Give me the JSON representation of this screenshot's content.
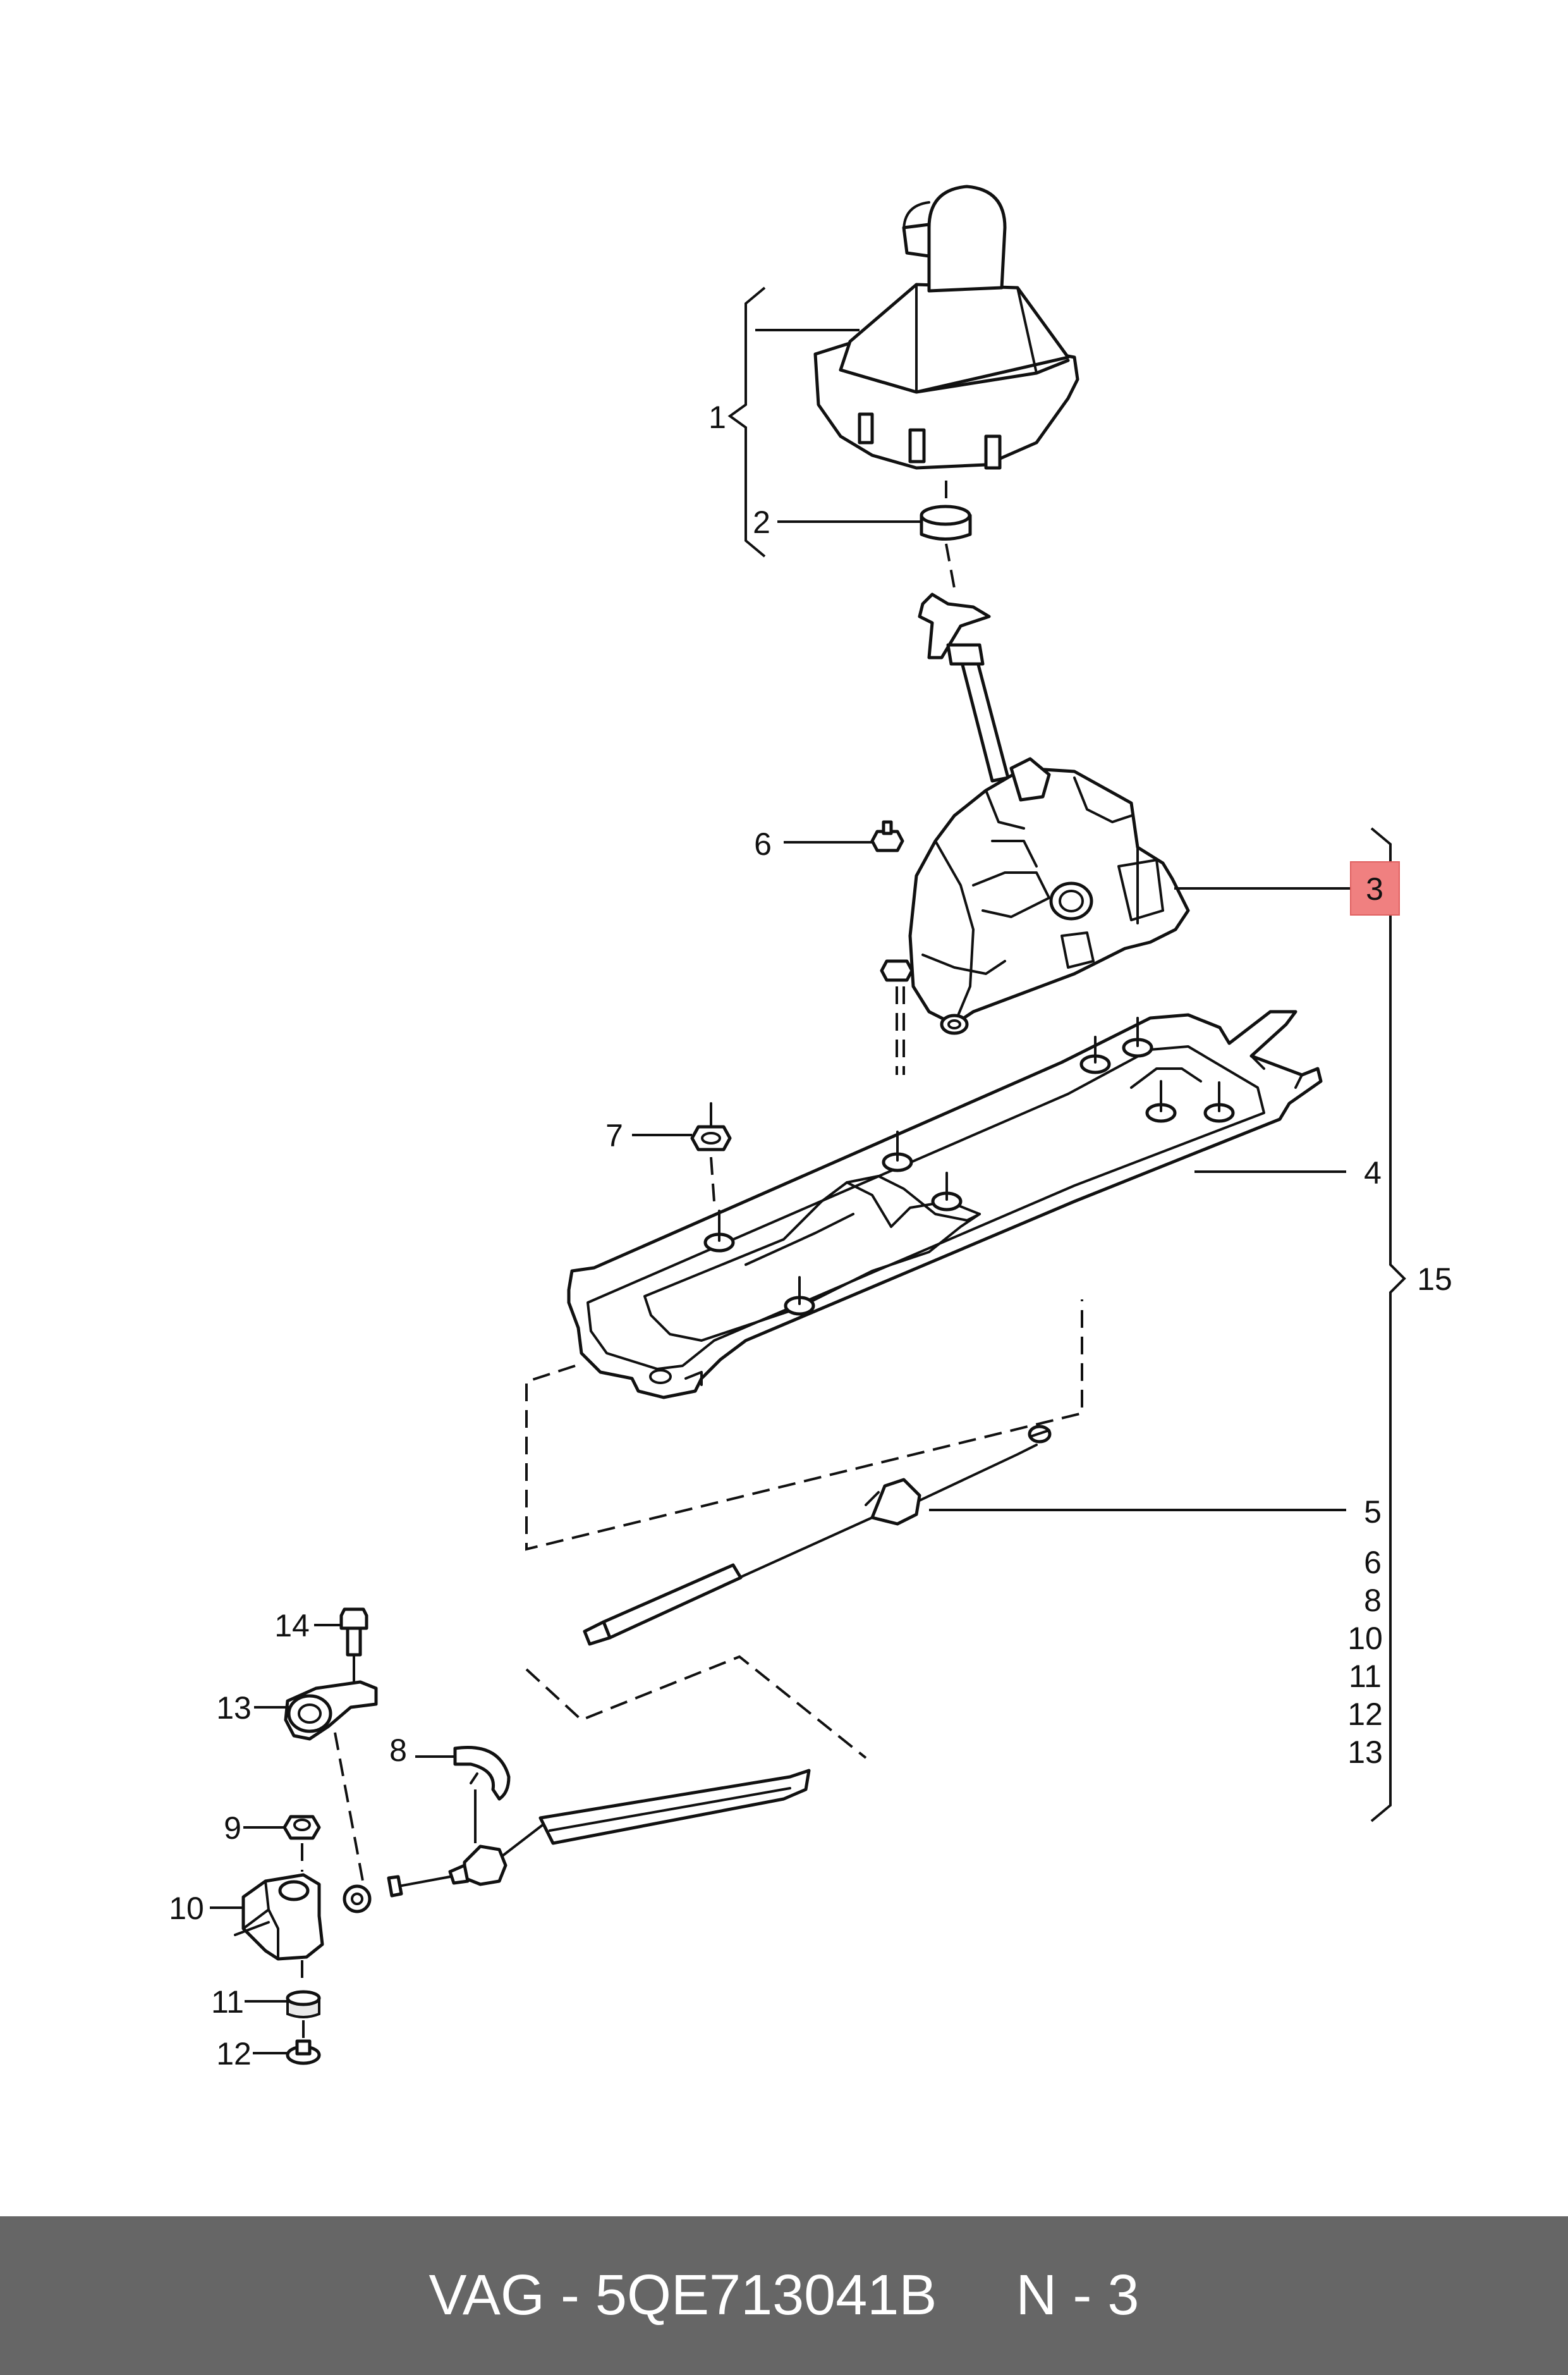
{
  "diagram": {
    "callouts": {
      "c1": "1",
      "c2": "2",
      "c3": "3",
      "c4": "4",
      "c5": "5",
      "c6": "6",
      "c7": "7",
      "c8": "8",
      "c9": "9",
      "c10": "10",
      "c11": "11",
      "c12": "12",
      "c13": "13",
      "c14": "14",
      "c15": "15"
    },
    "kit_list": [
      "6",
      "8",
      "10",
      "11",
      "12",
      "13"
    ],
    "highlight_color": "#f08080"
  },
  "footer": {
    "brand": "VAG",
    "separator": " - ",
    "part_number": "5QE713041B",
    "page_ref": "N - 3"
  }
}
